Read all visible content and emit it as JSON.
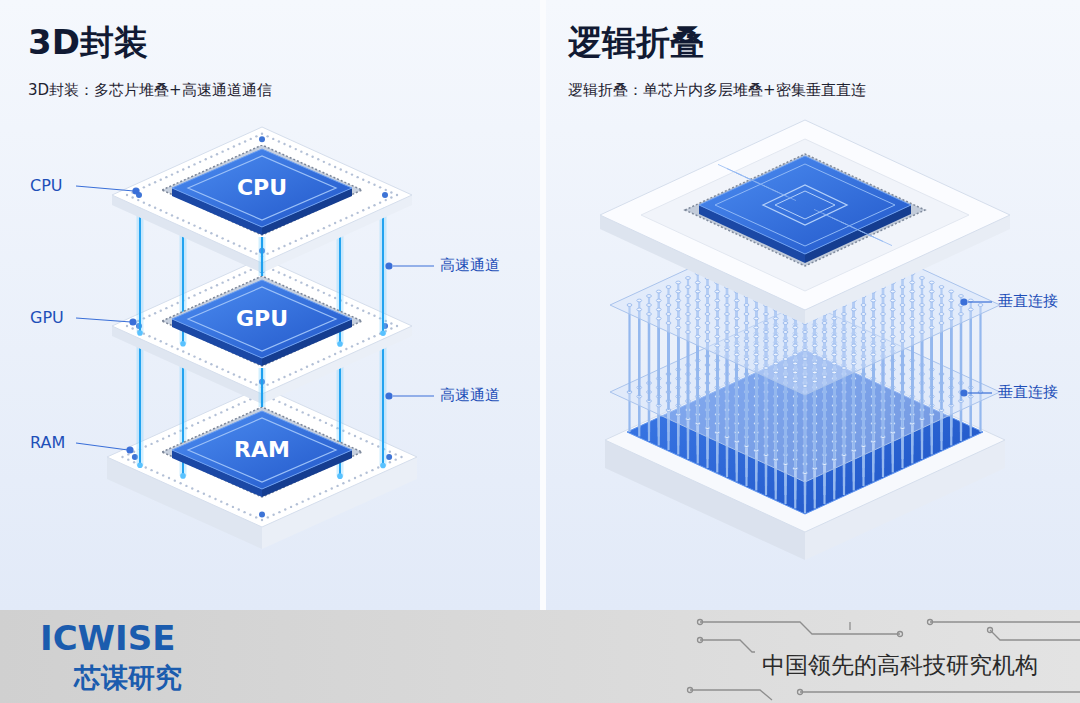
{
  "diagram": {
    "nodes": [
      {
        "text": [
          "3D封装",
          "3D封装：多芯片堆叠+高速通道通信"
        ]
      },
      {
        "text": [
          "CPU"
        ],
        "in": 0
      },
      {
        "text": [
          "GPU"
        ],
        "in": 0
      },
      {
        "text": [
          "RAM"
        ],
        "in": 0
      },
      {
        "text": [
          "逻辑折叠",
          "逻辑折叠：单芯片内多层堆叠+密集垂直直连"
        ]
      }
    ],
    "edges": [
      {
        "from": 1,
        "to": 2,
        "arrow": "none"
      },
      {
        "from": 2,
        "to": 3,
        "arrow": "none"
      }
    ],
    "labels": [
      "CPU",
      "GPU",
      "RAM",
      "高速通道",
      "高速通道",
      "垂直连接",
      "垂直连接",
      "ICWISE",
      "芯谋研究",
      "中国领先的高科技研究机构"
    ]
  }
}
